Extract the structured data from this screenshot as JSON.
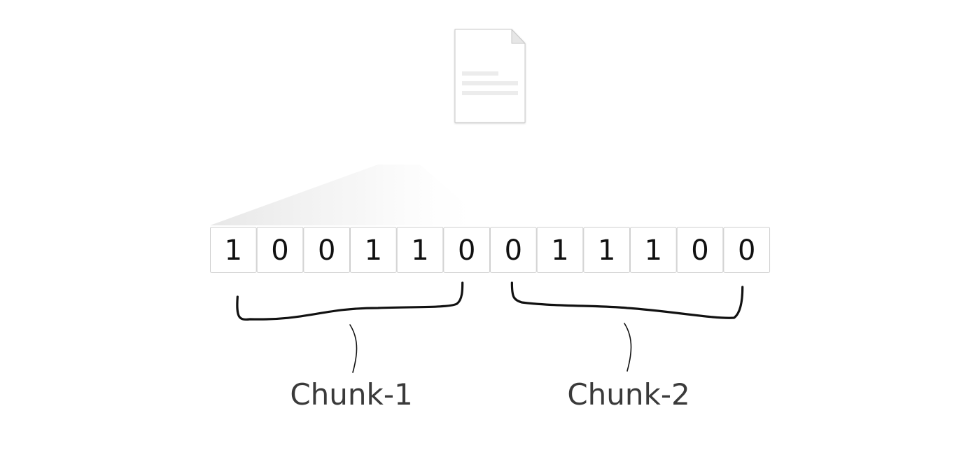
{
  "file": {
    "icon": "document-icon"
  },
  "bits": [
    "1",
    "0",
    "0",
    "1",
    "1",
    "0",
    "0",
    "1",
    "1",
    "1",
    "0",
    "0"
  ],
  "chunks": [
    {
      "label": "Chunk-1",
      "start": 0,
      "end": 5
    },
    {
      "label": "Chunk-2",
      "start": 6,
      "end": 11
    }
  ],
  "colors": {
    "cell_border": "#cfcfcf",
    "bit_text": "#111111",
    "label_text": "#3a3a3a",
    "brace": "#111111"
  }
}
